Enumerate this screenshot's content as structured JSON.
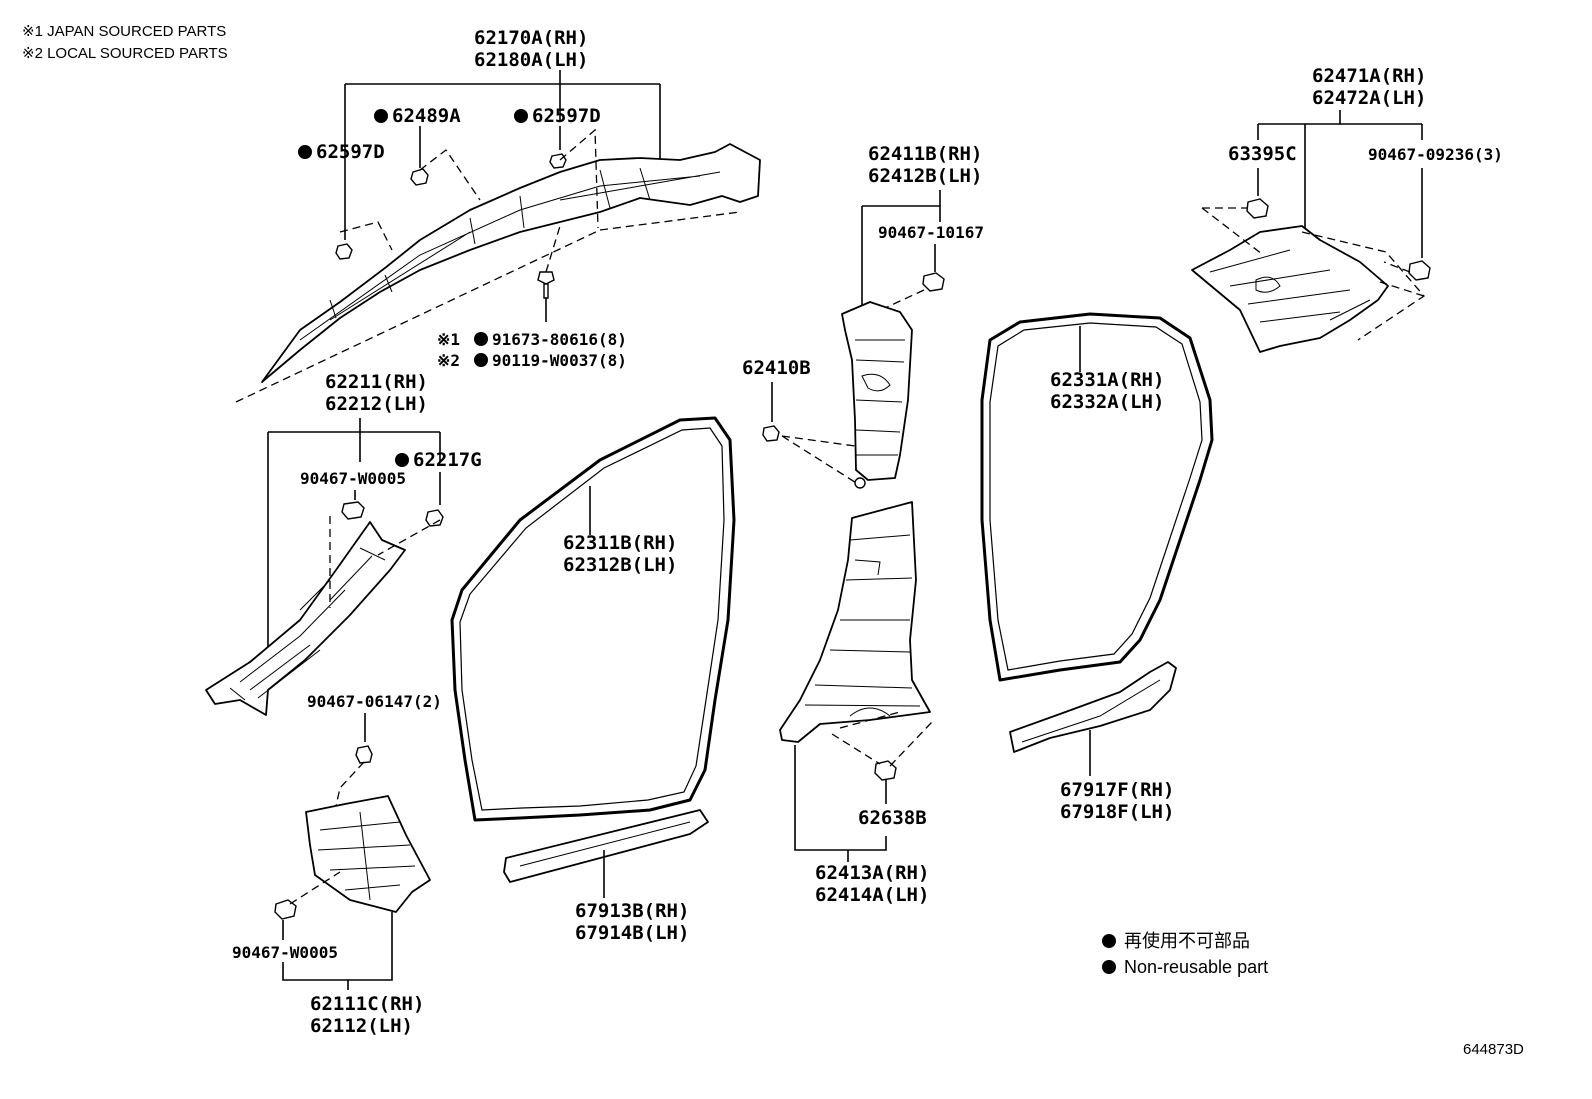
{
  "notes": {
    "japan": "※1 JAPAN SOURCED PARTS",
    "local": "※2 LOCAL SOURCED PARTS"
  },
  "labels": {
    "roof_side_rh": "62170A(RH)",
    "roof_side_lh": "62180A(LH)",
    "clip_62489a": "62489A",
    "clip_62597d_a": "62597D",
    "clip_62597d_b": "62597D",
    "screw_1_prefix": "※1",
    "screw_1": "91673-80616(8)",
    "screw_2_prefix": "※2",
    "screw_2": "90119-W0037(8)",
    "a_pillar_rh": "62211(RH)",
    "a_pillar_lh": "62212(LH)",
    "clip_62217g": "62217G",
    "clip_w0005_a": "90467-W0005",
    "clip_06147": "90467-06147(2)",
    "cowl_rh": "62111C(RH)",
    "cowl_lh": "62112(LH)",
    "clip_w0005_b": "90467-W0005",
    "front_seal_rh": "62311B(RH)",
    "front_seal_lh": "62312B(LH)",
    "front_scuff_rh": "67913B(RH)",
    "front_scuff_lh": "67914B(LH)",
    "b_upper_rh": "62411B(RH)",
    "b_upper_lh": "62412B(LH)",
    "clip_10167": "90467-10167",
    "clip_62410b": "62410B",
    "clip_62638b": "62638B",
    "b_lower_rh": "62413A(RH)",
    "b_lower_lh": "62414A(LH)",
    "rear_seal_rh": "62331A(RH)",
    "rear_seal_lh": "62332A(LH)",
    "rear_scuff_rh": "67917F(RH)",
    "rear_scuff_lh": "67918F(LH)",
    "quarter_rh": "62471A(RH)",
    "quarter_lh": "62472A(LH)",
    "clip_63395c": "63395C",
    "clip_09236": "90467-09236(3)"
  },
  "legend": {
    "jp": "再使用不可部品",
    "en": "Non-reusable part"
  },
  "diagram_code": "644873D"
}
